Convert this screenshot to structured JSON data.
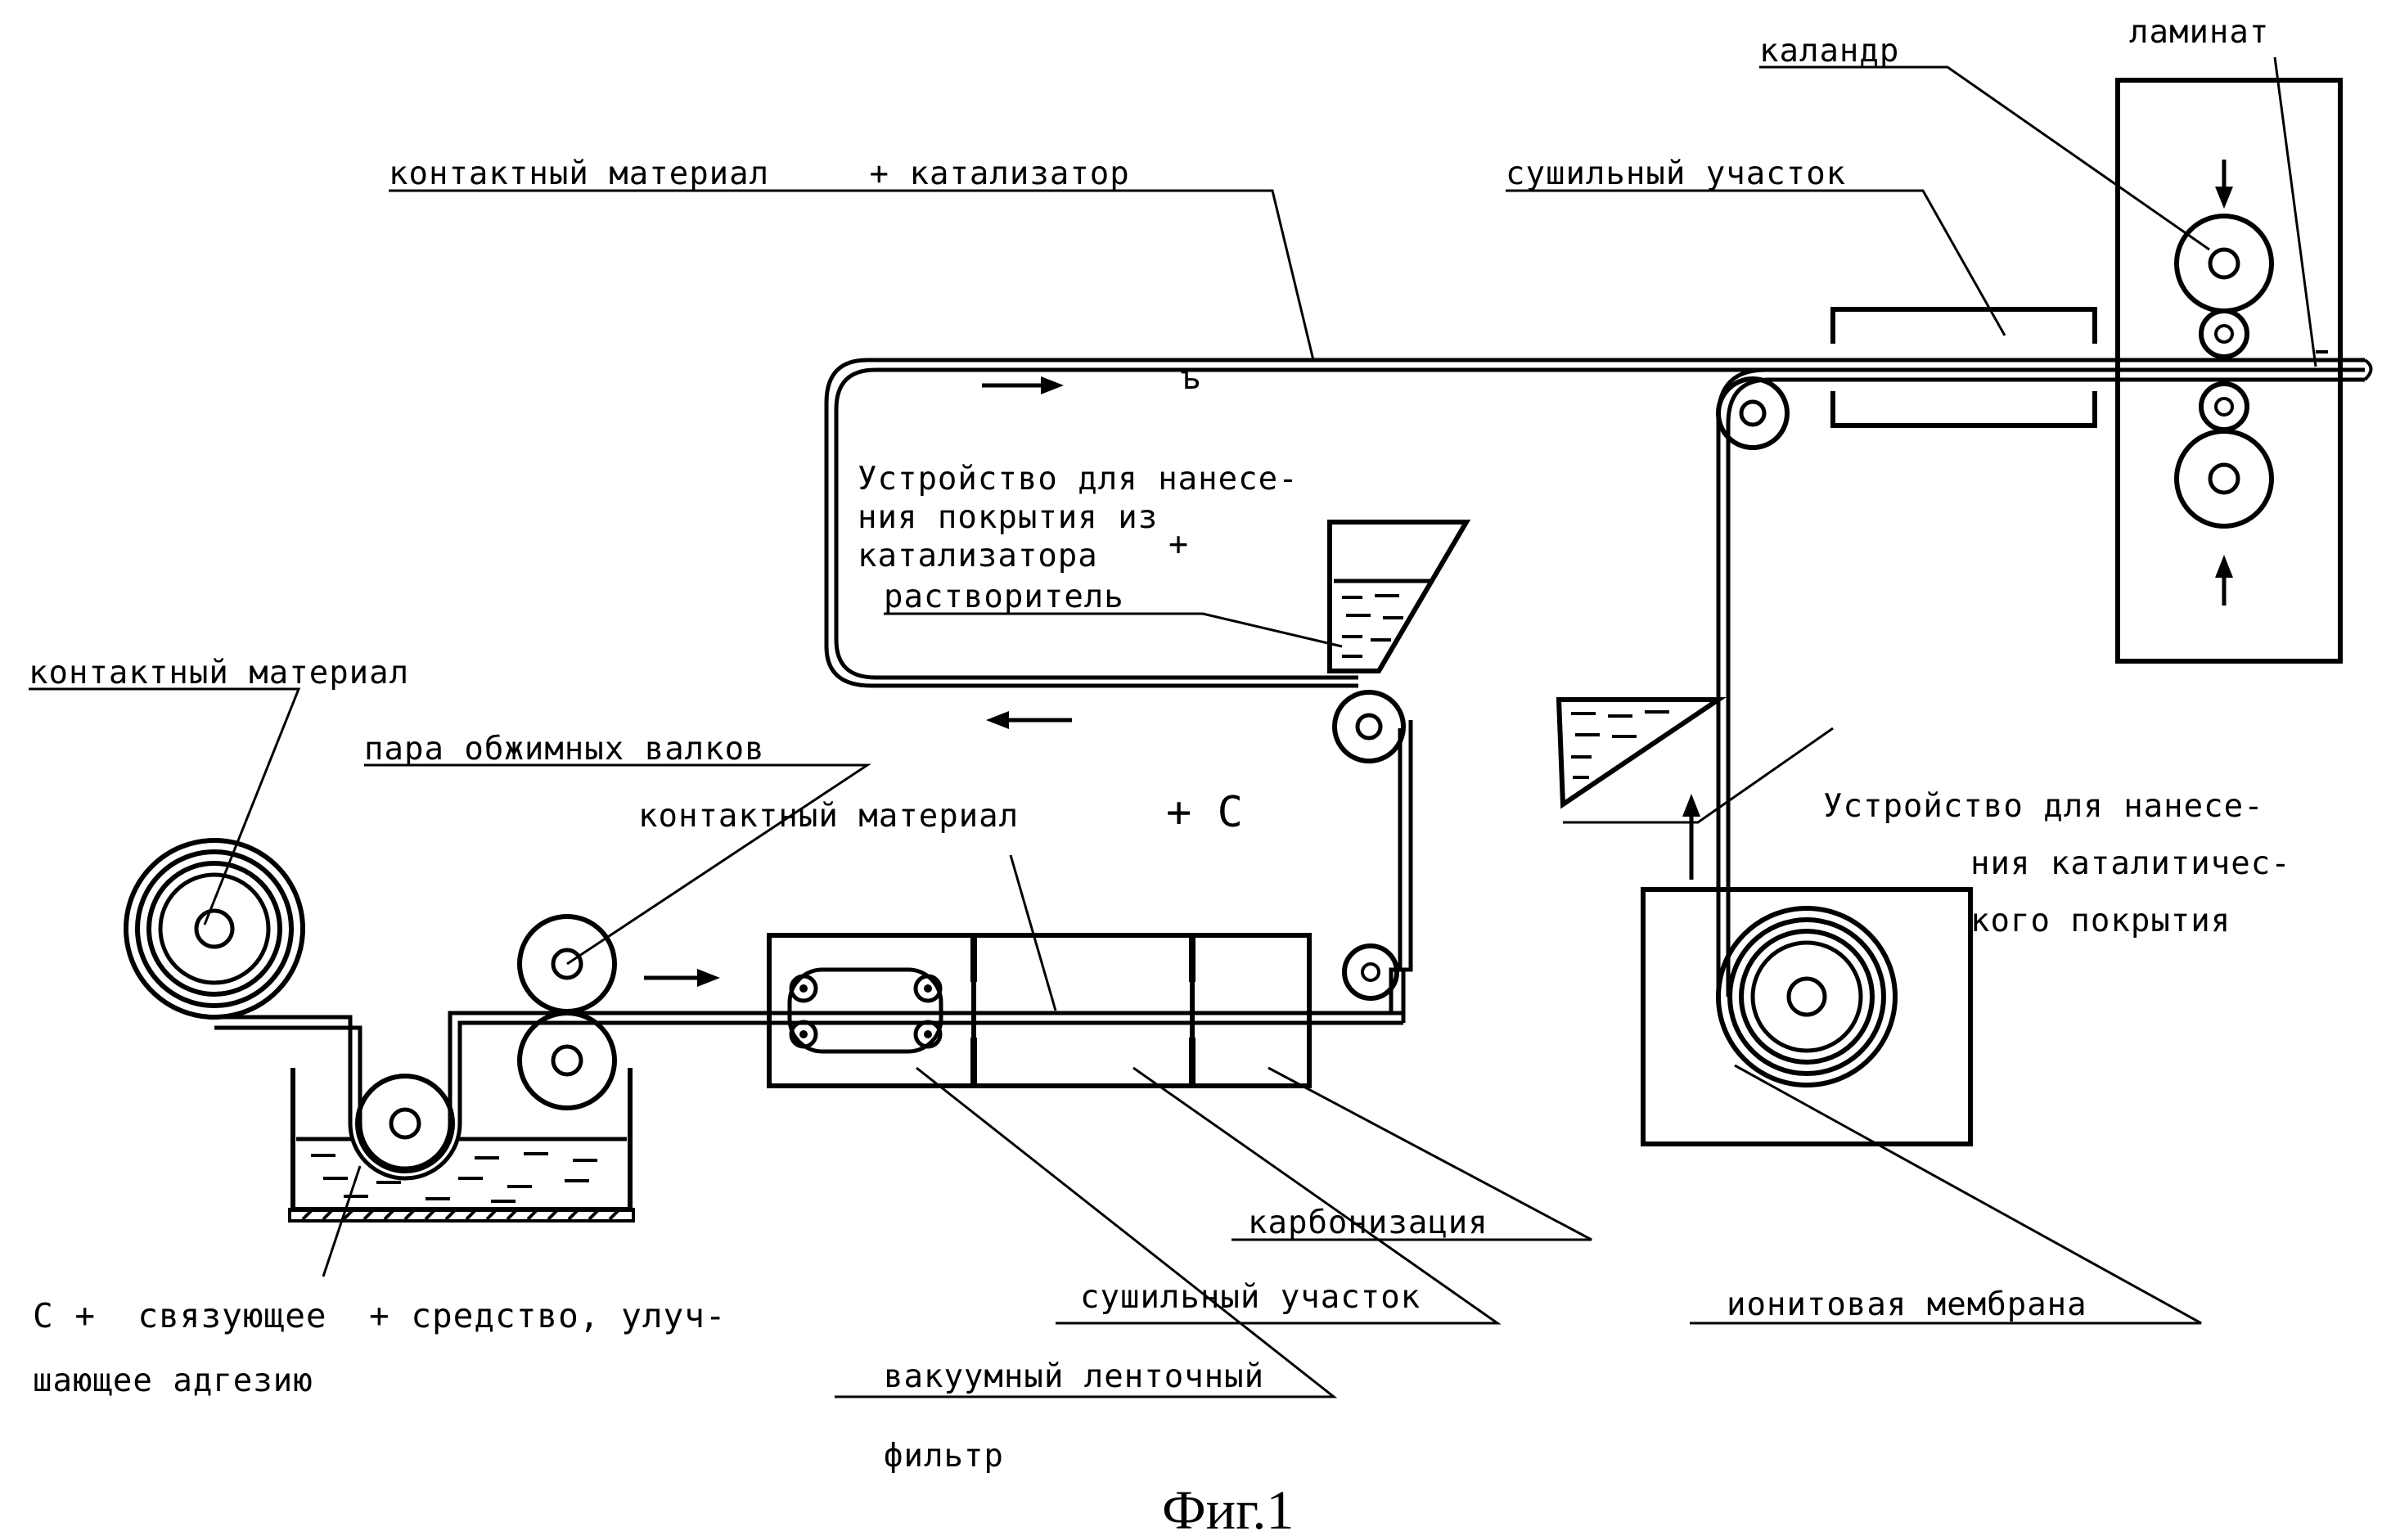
{
  "figure": {
    "caption": "Фиг.1"
  },
  "labels": {
    "laminate": "ламинат",
    "calender": "каландр",
    "drying_section_top": "сушильный участок",
    "contact_material_catalyst": "контактный материал     + катализатор",
    "arrow_char": "ъ",
    "coating_device_line1": "Устройство для нанесе-",
    "coating_device_line2": "ния покрытия из",
    "coating_device_line3": "катализатора",
    "plus_mark": "+",
    "solvent": "растворитель",
    "contact_material": "контактный материал",
    "pair_rollers": "пара обжимных валков",
    "contact_material_c": "контактный материал",
    "plus_c": "+ C",
    "catalytic_device_line1": "Устройство для нанесе-",
    "catalytic_device_line2": "ния каталитичес-",
    "catalytic_device_line3": "кого покрытия",
    "carbonization": "карбонизация",
    "drying_section_bottom": "сушильный участок",
    "ionite_membrane": "ионитовая мембрана",
    "binder_line1": "C +  связующее  + средство, улуч-",
    "binder_line2": "шающее адгезию",
    "vacuum_filter_line1": "вакуумный ленточный",
    "vacuum_filter_line2": "фильтр"
  }
}
